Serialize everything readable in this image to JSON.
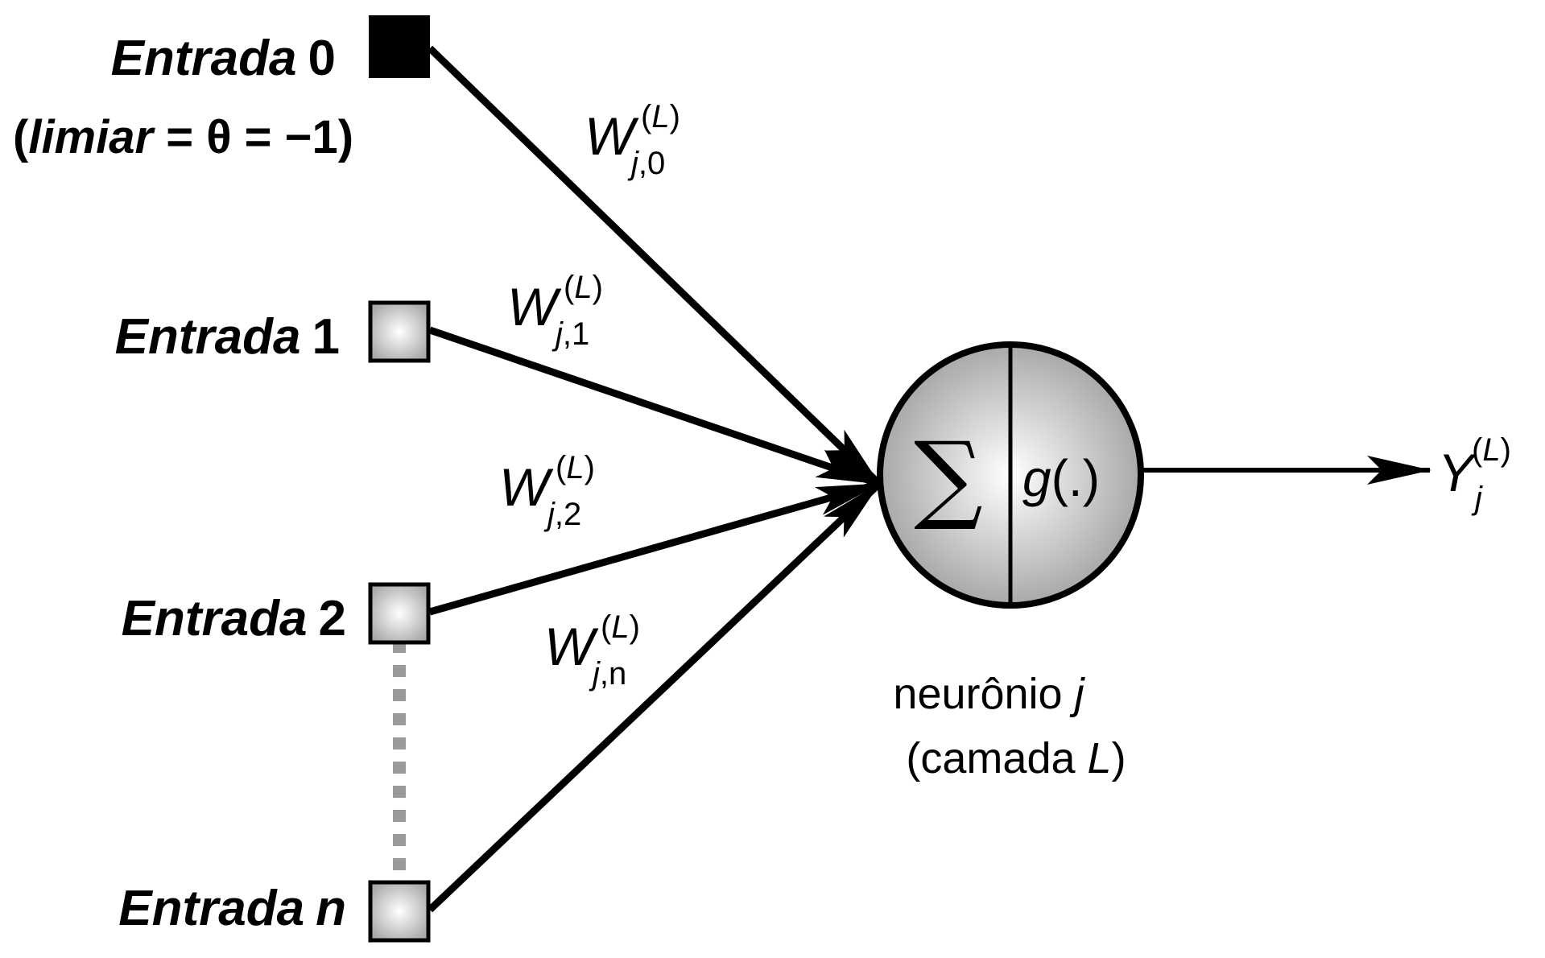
{
  "inputs": [
    {
      "label": "Entrada",
      "index": "0",
      "index_italic": false,
      "filled": true
    },
    {
      "label": "Entrada",
      "index": "1",
      "index_italic": false,
      "filled": false
    },
    {
      "label": "Entrada",
      "index": "2",
      "index_italic": false,
      "filled": false
    },
    {
      "label": "Entrada",
      "index": "n",
      "index_italic": true,
      "filled": false
    }
  ],
  "threshold": {
    "open": "(",
    "word": "limiar",
    "eq1": " = ",
    "theta": "θ",
    "eq2": " = ",
    "value": "−1",
    "close": ")"
  },
  "weights": [
    {
      "symbol": "W",
      "sub_j": "j",
      "sub_idx": ",0",
      "sup_open": "(",
      "sup_L": "L",
      "sup_close": ")"
    },
    {
      "symbol": "W",
      "sub_j": "j",
      "sub_idx": ",1",
      "sup_open": "(",
      "sup_L": "L",
      "sup_close": ")"
    },
    {
      "symbol": "W",
      "sub_j": "j",
      "sub_idx": ",2",
      "sup_open": "(",
      "sup_L": "L",
      "sup_close": ")"
    },
    {
      "symbol": "W",
      "sub_j": "j",
      "sub_idx": ",n",
      "sup_open": "(",
      "sup_L": "L",
      "sup_close": ")"
    }
  ],
  "neuron": {
    "sum_symbol": "∑",
    "function_g": "g",
    "function_args": "(.)",
    "caption_word": "neurônio ",
    "caption_j": "j",
    "layer_open": "(camada ",
    "layer_L": "L",
    "layer_close": ")"
  },
  "output": {
    "symbol": "Y",
    "sub_j": "j",
    "sup_open": "(",
    "sup_L": "L",
    "sup_close": ")"
  },
  "colors": {
    "stroke": "#000000",
    "input_filled": "#000000",
    "input_gradient_center": "#ffffff",
    "input_gradient_edge": "#a8a8a8",
    "neuron_gradient_center": "#ffffff",
    "neuron_gradient_edge": "#a0a0a0",
    "ellipsis_dots": "#9a9a9a"
  }
}
